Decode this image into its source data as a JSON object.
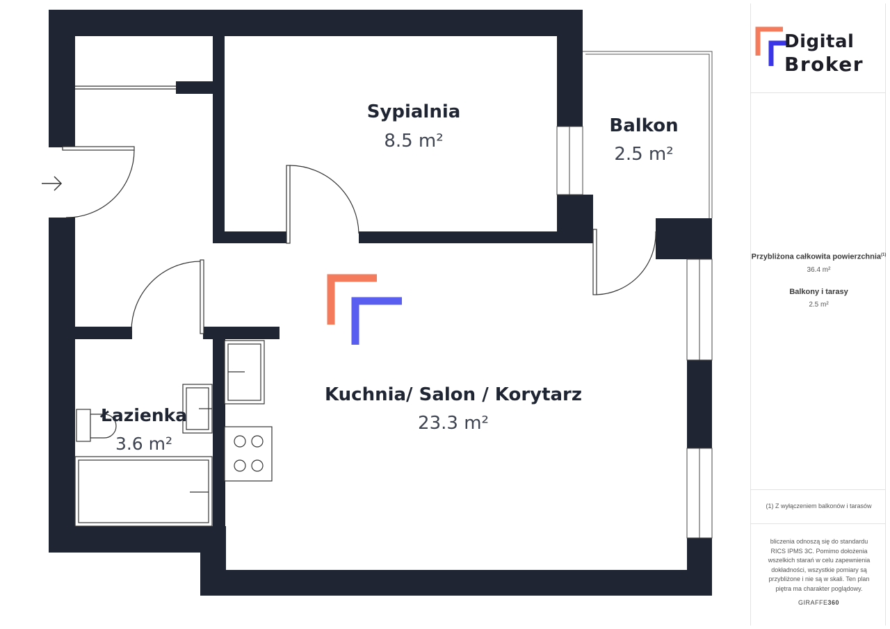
{
  "colors": {
    "wall": "#1f2533",
    "accent_orange": "#f47c5c",
    "accent_blue": "#5a5ef0"
  },
  "rooms": {
    "bedroom": {
      "name": "Sypialnia",
      "area": "8.5 m²"
    },
    "balcony": {
      "name": "Balkon",
      "area": "2.5 m²"
    },
    "bathroom": {
      "name": "Łazienka",
      "area": "3.6 m²"
    },
    "living": {
      "name": "Kuchnia/ Salon / Korytarz",
      "area": "23.3 m²"
    }
  },
  "icons": {
    "entrance": "arrow-right-icon",
    "logo": "digital-broker-logo-icon",
    "watermark": "digital-broker-watermark-icon"
  },
  "sidebar": {
    "logo_line1": "Digital",
    "logo_line2": "Broker",
    "total_label": "Przybliżona całkowita powierzchnia",
    "total_footnote_mark": "(1)",
    "total_value": "36.4 m²",
    "balcony_label": "Balkony i tarasy",
    "balcony_value": "2.5 m²",
    "footnote": "(1) Z wyłączeniem balkonów i tarasów",
    "disclaimer": "bliczenia odnoszą się do standardu RICS IPMS 3C. Pomimo dołożenia wszelkich starań w celu zapewnienia dokładności, wszystkie pomiary są przybliżone i nie są w skali. Ten plan piętra ma charakter poglądowy.",
    "brand_prefix": "GIRAFFE",
    "brand_suffix": "360"
  }
}
